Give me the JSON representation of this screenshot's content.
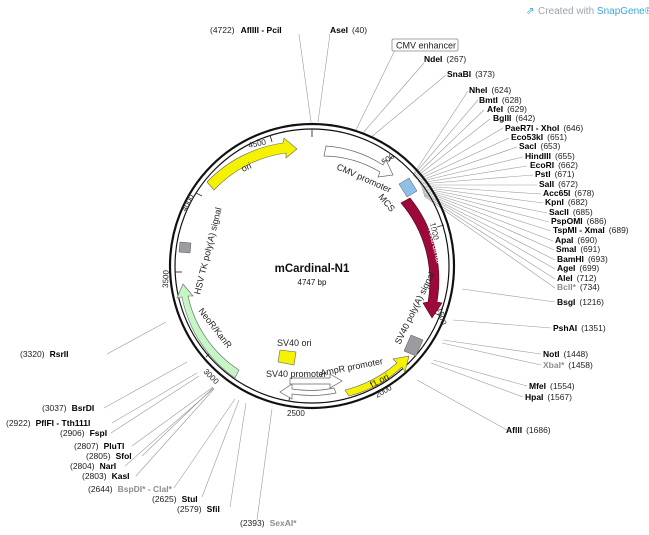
{
  "watermark": {
    "prefix": "Created with ",
    "brand": "SnapGene",
    "suffix": "®"
  },
  "plasmid": {
    "name": "mCardinal-N1",
    "length_text": "4747 bp",
    "length": 4747
  },
  "ticks": [
    "500",
    "1000",
    "1500",
    "2000",
    "2500",
    "3000",
    "3500",
    "4000",
    "4500"
  ],
  "colors": {
    "backbone": "#111111",
    "promoter": "#ffffff",
    "mcs": "#8fc0ea",
    "mcardinal": "#9c0a3b",
    "polya": "#9a9ca0",
    "ori": "#f5f200",
    "neo": "#c6f5c6",
    "leader": "#9a9a9a"
  },
  "features": [
    {
      "id": "cmv-enhancer",
      "label": "CMV enhancer",
      "type": "boxed-label"
    },
    {
      "id": "cmv-promoter",
      "label": "CMV promoter",
      "type": "promoter"
    },
    {
      "id": "mcs",
      "label": "MCS",
      "type": "misc"
    },
    {
      "id": "mcardinal",
      "label": "mCardinal",
      "type": "cds"
    },
    {
      "id": "sv40-polya",
      "label": "SV40 poly(A) signal",
      "type": "polya"
    },
    {
      "id": "f1-ori",
      "label": "f1 ori",
      "type": "ori"
    },
    {
      "id": "ampr-promoter",
      "label": "AmpR promoter",
      "type": "promoter"
    },
    {
      "id": "sv40-promoter",
      "label": "SV40 promoter",
      "type": "promoter"
    },
    {
      "id": "sv40-ori",
      "label": "SV40 ori",
      "type": "ori"
    },
    {
      "id": "neo-kanr",
      "label": "NeoR/KanR",
      "type": "cds"
    },
    {
      "id": "hsv-tk-polya",
      "label": "HSV TK poly(A) signal",
      "type": "polya"
    },
    {
      "id": "ori",
      "label": "ori",
      "type": "ori"
    }
  ],
  "sites": [
    {
      "id": "aflIII-pciI",
      "name": "AflIII - PciI",
      "pos": "(4722)",
      "gray": false
    },
    {
      "id": "aseI",
      "name": "AseI",
      "pos": "(40)",
      "gray": false
    },
    {
      "id": "ndeI",
      "name": "NdeI",
      "pos": "(267)",
      "gray": false
    },
    {
      "id": "snabI",
      "name": "SnaBI",
      "pos": "(373)",
      "gray": false
    },
    {
      "id": "nheI",
      "name": "NheI",
      "pos": "(624)",
      "gray": false
    },
    {
      "id": "bmtI",
      "name": "BmtI",
      "pos": "(628)",
      "gray": false
    },
    {
      "id": "afeI",
      "name": "AfeI",
      "pos": "(629)",
      "gray": false
    },
    {
      "id": "bglII",
      "name": "BglII",
      "pos": "(642)",
      "gray": false
    },
    {
      "id": "paer7i-xhoi",
      "name": "PaeR7I - XhoI",
      "pos": "(646)",
      "gray": false
    },
    {
      "id": "eco53ki",
      "name": "Eco53kI",
      "pos": "(651)",
      "gray": false
    },
    {
      "id": "saci",
      "name": "SacI",
      "pos": "(653)",
      "gray": false
    },
    {
      "id": "hindiii",
      "name": "HindIII",
      "pos": "(655)",
      "gray": false
    },
    {
      "id": "ecori",
      "name": "EcoRI",
      "pos": "(662)",
      "gray": false
    },
    {
      "id": "psti",
      "name": "PstI",
      "pos": "(671)",
      "gray": false
    },
    {
      "id": "sali",
      "name": "SalI",
      "pos": "(672)",
      "gray": false
    },
    {
      "id": "acc65i",
      "name": "Acc65I",
      "pos": "(678)",
      "gray": false
    },
    {
      "id": "kpni",
      "name": "KpnI",
      "pos": "(682)",
      "gray": false
    },
    {
      "id": "sacii",
      "name": "SacII",
      "pos": "(685)",
      "gray": false
    },
    {
      "id": "pspomi",
      "name": "PspOMI",
      "pos": "(686)",
      "gray": false
    },
    {
      "id": "tspmi-xmai",
      "name": "TspMI - XmaI",
      "pos": "(689)",
      "gray": false
    },
    {
      "id": "apai",
      "name": "ApaI",
      "pos": "(690)",
      "gray": false
    },
    {
      "id": "smai",
      "name": "SmaI",
      "pos": "(691)",
      "gray": false
    },
    {
      "id": "bamhi",
      "name": "BamHI",
      "pos": "(693)",
      "gray": false
    },
    {
      "id": "agei",
      "name": "AgeI",
      "pos": "(699)",
      "gray": false
    },
    {
      "id": "alei",
      "name": "AleI",
      "pos": "(712)",
      "gray": false
    },
    {
      "id": "bcli",
      "name": "BclI*",
      "pos": "(734)",
      "gray": true
    },
    {
      "id": "bsgi",
      "name": "BsgI",
      "pos": "(1216)",
      "gray": false
    },
    {
      "id": "pshai",
      "name": "PshAI",
      "pos": "(1351)",
      "gray": false
    },
    {
      "id": "noti",
      "name": "NotI",
      "pos": "(1448)",
      "gray": false
    },
    {
      "id": "xbai",
      "name": "XbaI*",
      "pos": "(1458)",
      "gray": true
    },
    {
      "id": "mfei",
      "name": "MfeI",
      "pos": "(1554)",
      "gray": false
    },
    {
      "id": "hpai",
      "name": "HpaI",
      "pos": "(1567)",
      "gray": false
    },
    {
      "id": "aflii",
      "name": "AflII",
      "pos": "(1686)",
      "gray": false
    },
    {
      "id": "sexai",
      "name": "SexAI*",
      "pos": "(2393)",
      "gray": true
    },
    {
      "id": "sfii",
      "name": "SfiI",
      "pos": "(2579)",
      "gray": false
    },
    {
      "id": "stui",
      "name": "StuI",
      "pos": "(2625)",
      "gray": false
    },
    {
      "id": "bspdi-clai",
      "name": "BspDI* - ClaI*",
      "pos": "(2644)",
      "gray": true
    },
    {
      "id": "kasi",
      "name": "KasI",
      "pos": "(2803)",
      "gray": false
    },
    {
      "id": "nari",
      "name": "NarI",
      "pos": "(2804)",
      "gray": false
    },
    {
      "id": "sfoi",
      "name": "SfoI",
      "pos": "(2805)",
      "gray": false
    },
    {
      "id": "pluti",
      "name": "PluTI",
      "pos": "(2807)",
      "gray": false
    },
    {
      "id": "fspi",
      "name": "FspI",
      "pos": "(2906)",
      "gray": false
    },
    {
      "id": "pflfi-tth111i",
      "name": "PflFI - Tth111I",
      "pos": "(2922)",
      "gray": false
    },
    {
      "id": "bsrdi",
      "name": "BsrDI",
      "pos": "(3037)",
      "gray": false
    },
    {
      "id": "rsrii",
      "name": "RsrII",
      "pos": "(3320)",
      "gray": false
    }
  ]
}
